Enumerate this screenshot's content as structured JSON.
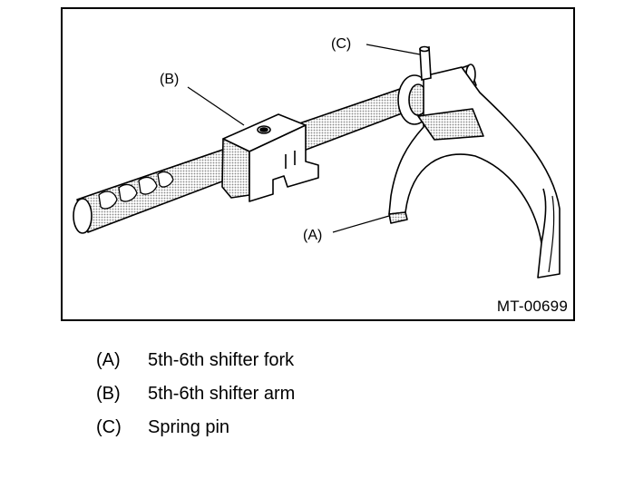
{
  "figure": {
    "figure_id": "MT-00699",
    "callouts": [
      {
        "key": "(A)"
      },
      {
        "key": "(B)"
      },
      {
        "key": "(C)"
      }
    ]
  },
  "legend": {
    "items": [
      {
        "key": "(A)",
        "description": "5th-6th shifter fork"
      },
      {
        "key": "(B)",
        "description": "5th-6th shifter arm"
      },
      {
        "key": "(C)",
        "description": "Spring pin"
      }
    ]
  },
  "colors": {
    "line": "#000000",
    "background": "#ffffff",
    "shading": "#bfbfbf"
  }
}
